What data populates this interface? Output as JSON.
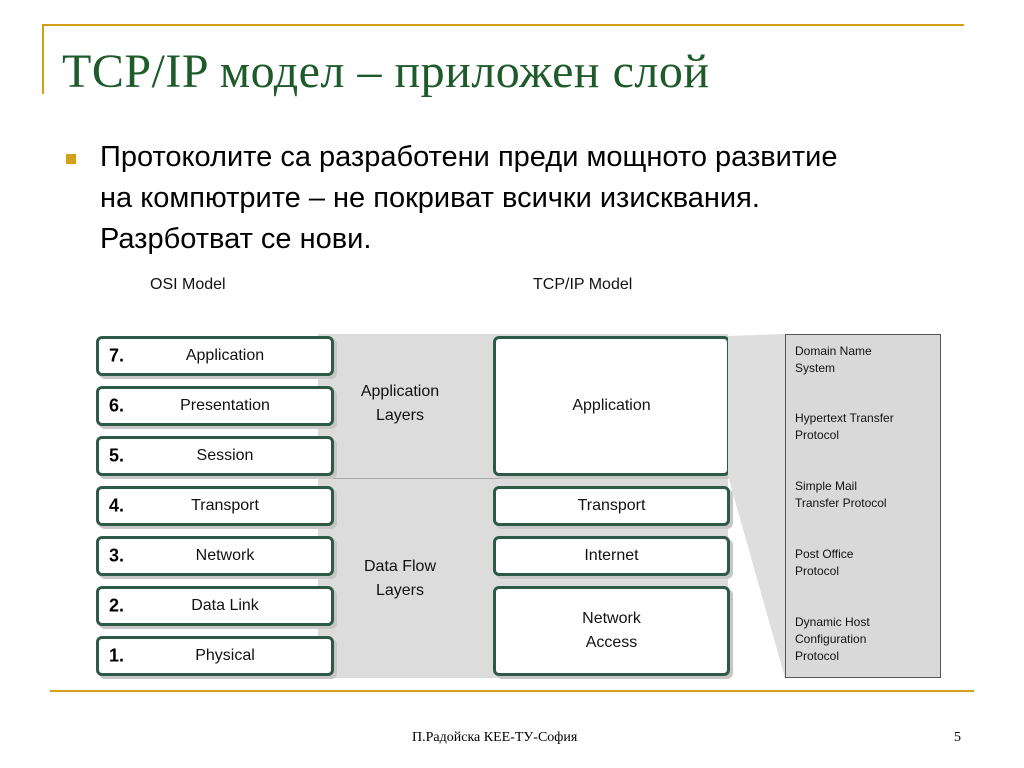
{
  "slide": {
    "title": "TCP/IP модел – приложен слой",
    "bullet": "Протоколите са разработени преди мощното развитие на компютрите – не покриват всички изисквания. Разрботват се нови.",
    "footer": "П.Радойска КЕЕ-ТУ-София",
    "page_number": "5"
  },
  "diagram": {
    "osi_title": "OSI Model",
    "tcpip_title": "TCP/IP Model",
    "osi_layers": [
      {
        "num": "7.",
        "name": "Application"
      },
      {
        "num": "6.",
        "name": "Presentation"
      },
      {
        "num": "5.",
        "name": "Session"
      },
      {
        "num": "4.",
        "name": "Transport"
      },
      {
        "num": "3.",
        "name": "Network"
      },
      {
        "num": "2.",
        "name": "Data Link"
      },
      {
        "num": "1.",
        "name": "Physical"
      }
    ],
    "groups": {
      "application_layers": "Application\nLayers",
      "data_flow_layers": "Data Flow\nLayers"
    },
    "tcpip_layers": [
      "Application",
      "Transport",
      "Internet",
      "Network\nAccess"
    ],
    "protocols": [
      "Domain Name\nSystem",
      "Hypertext Transfer\nProtocol",
      "Simple Mail\nTransfer Protocol",
      "Post Office\nProtocol",
      "Dynamic Host\nConfiguration\nProtocol"
    ],
    "colors": {
      "layer_border": "#2d5a45",
      "accent": "#d4a017",
      "title": "#1e5b2b"
    }
  }
}
